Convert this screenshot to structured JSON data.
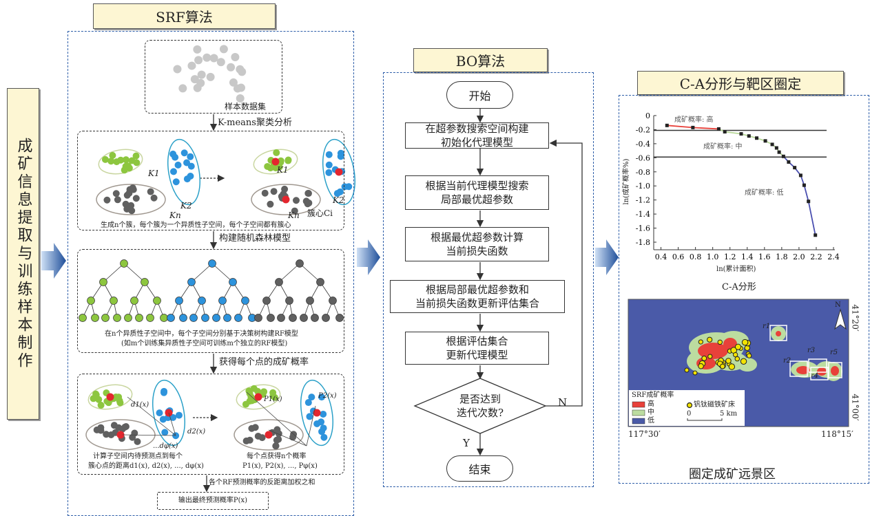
{
  "left_label": "成矿信息提取与训练样本制作",
  "srf": {
    "title": "SRF算法",
    "sample_label": "样本数据集",
    "kmeans": "K-means聚类分析",
    "cluster_labels": [
      "K1",
      "K2",
      "Kn"
    ],
    "center_label": "簇心Ci",
    "cluster_caption": "生成n个簇，每个簇为一个异质性子空间，每个子空间都有簇心",
    "build_rf": "构建随机森林模型",
    "rf_caption_1": "在n个异质性子空间中，每个子空间分别基于决策树构建RF模型",
    "rf_caption_2": "(如m个训练集异质性子空间可训练m个独立的RF模型)",
    "get_prob": "获得每个点的成矿概率",
    "dist_labels": [
      "d1(x)",
      "d2(x)",
      "...dφ(x)"
    ],
    "prob_labels": [
      "P1(x)",
      "P2(x)"
    ],
    "dist_caption_1": "计算子空间内待预测点到每个",
    "dist_caption_2": "簇心点的距离d1(x), d2(x), ..., dφ(x)",
    "prob_caption_1": "每个点获得n个概率",
    "prob_caption_2": "P1(x), P2(x), ..., Pφ(x)",
    "weight_label": "各个RF预测概率的反距离加权之和",
    "output": "输出最终预测概率P(x)"
  },
  "bo": {
    "title": "BO算法",
    "start": "开始",
    "steps": [
      "在超参数搜索空间构建\n初始化代理模型",
      "根据当前代理模型搜索\n局部最优超参数",
      "根据最优超参数计算\n当前损失函数",
      "根据局部最优超参数和\n当前损失函数更新评估集合",
      "根据评估集合\n更新代理模型"
    ],
    "decision": "是否达到\n迭代次数?",
    "no": "N",
    "yes": "Y",
    "end": "结束"
  },
  "ca": {
    "title": "C-A分形与靶区圈定",
    "bottom": "圈定成矿远景区"
  },
  "chart_data": {
    "type": "line",
    "title": "C-A分形",
    "xlabel": "ln(累计面积)",
    "ylabel": "ln(成矿概率%)",
    "xlim": [
      0.3,
      2.4
    ],
    "ylim": [
      -1.85,
      0
    ],
    "xticks": [
      "0.4",
      "0.6",
      "0.8",
      "1.0",
      "1.2",
      "1.4",
      "1.6",
      "1.8",
      "2.0",
      "2.2",
      "2.4"
    ],
    "yticks": [
      "0",
      "-0.2",
      "-0.4",
      "-0.6",
      "-0.8",
      "-1.0",
      "-1.2",
      "-1.4",
      "-1.6",
      "-1.8"
    ],
    "x": [
      0.47,
      0.77,
      1.07,
      1.14,
      1.33,
      1.42,
      1.51,
      1.61,
      1.69,
      1.74,
      1.77,
      1.82,
      1.88,
      1.95,
      2.02,
      2.06,
      2.11,
      2.19
    ],
    "y": [
      -0.14,
      -0.17,
      -0.19,
      -0.23,
      -0.26,
      -0.29,
      -0.32,
      -0.36,
      -0.41,
      -0.46,
      -0.52,
      -0.58,
      -0.66,
      -0.74,
      -0.85,
      -0.99,
      -1.22,
      -1.7
    ],
    "thresholds": [
      -0.21,
      -0.59
    ],
    "segments": [
      {
        "name": "成矿概率: 高",
        "color": "#e8413a",
        "range": [
          0,
          2
        ]
      },
      {
        "name": "成矿概率: 中",
        "color": "#b9d99a",
        "range": [
          2,
          11
        ]
      },
      {
        "name": "成矿概率: 低",
        "color": "#4a4fb0",
        "range": [
          11,
          17
        ]
      }
    ]
  },
  "map": {
    "legend_title": "SRF成矿概率",
    "legend": [
      {
        "label": "高",
        "color": "#e8413a"
      },
      {
        "label": "中",
        "color": "#bcdca0"
      },
      {
        "label": "低",
        "color": "#4a5aa8"
      }
    ],
    "deposit_label": "钒钛磁铁矿床",
    "scale": [
      "0",
      "5 km"
    ],
    "north": "N",
    "lon": [
      "117°30′",
      "118°15′"
    ],
    "lat": [
      "41°20′",
      "41°00′"
    ],
    "targets": [
      "r1",
      "r2",
      "r3",
      "r4",
      "r5"
    ]
  }
}
